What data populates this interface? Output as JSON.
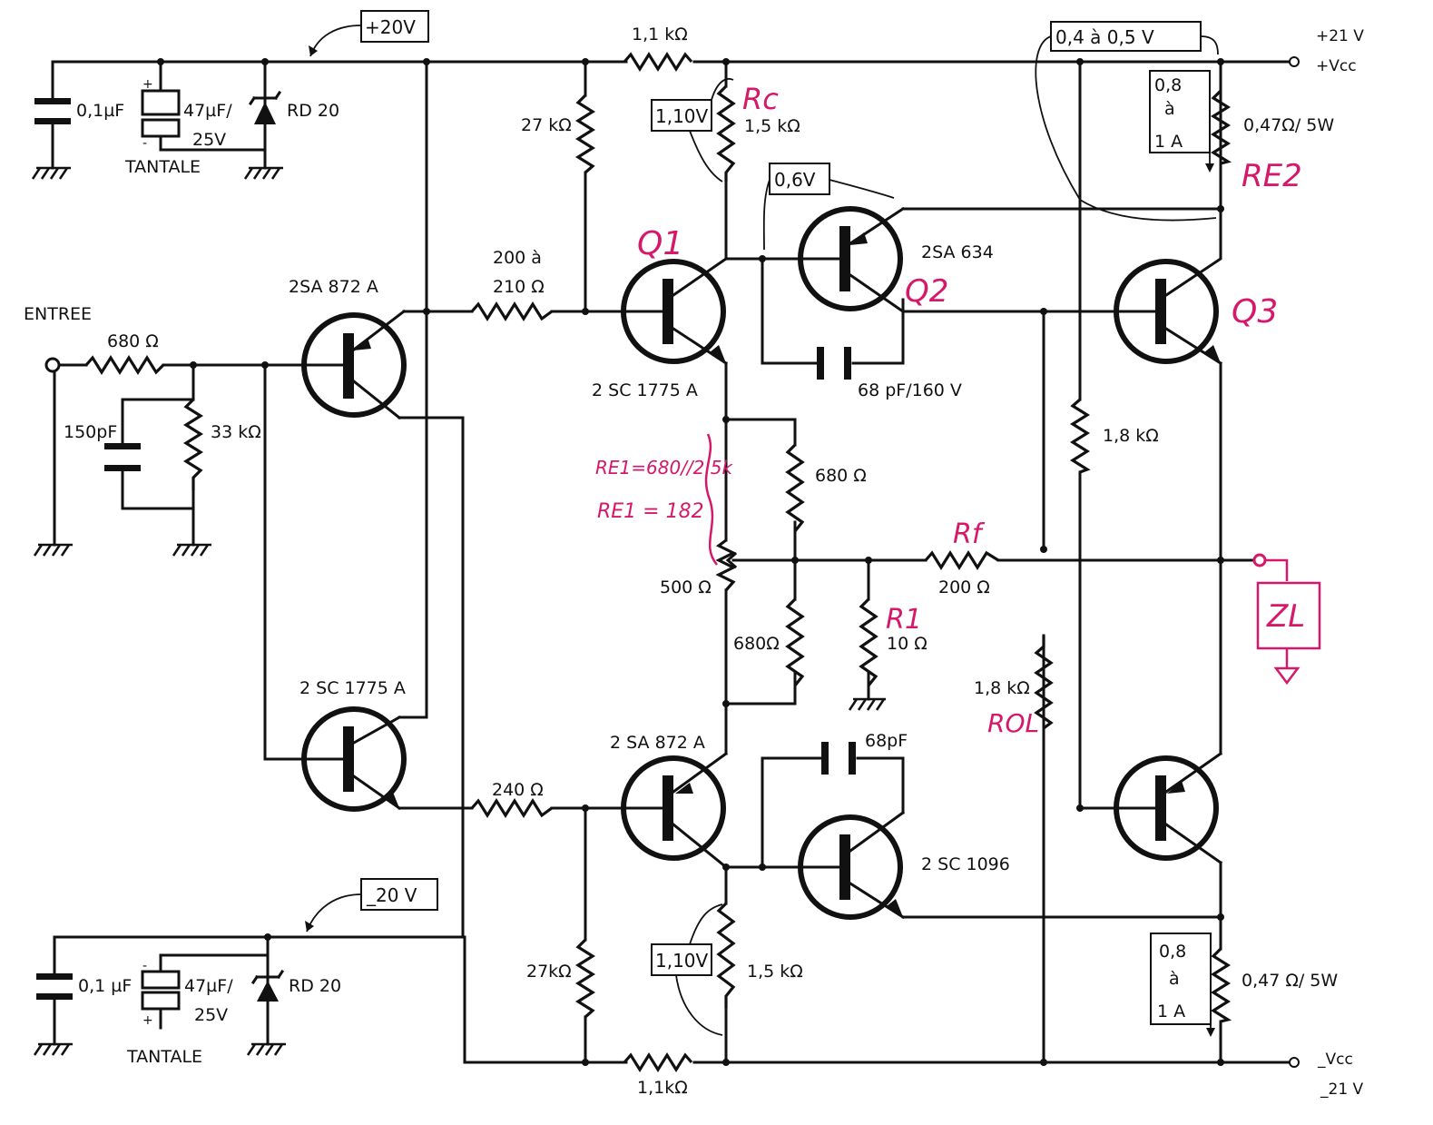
{
  "supply": {
    "pos_rail_label": "+20V",
    "neg_rail_label": "_20 V",
    "vcc_pos_top": "+21 V",
    "vcc_pos_bottom": "+Vcc",
    "vcc_neg_top": "_Vcc",
    "vcc_neg_bottom": "_21 V"
  },
  "components": {
    "c_top": "0,1µF",
    "c_bot": "0,1 µF",
    "ctant_top": "47µF/",
    "ctant_top_v": "25V",
    "ctant_bot": "47µF/",
    "ctant_bot_v": "25V",
    "tantale_top": "TANTALE",
    "tantale_bot": "TANTALE",
    "zener_top": "RD 20",
    "zener_bot": "RD 20",
    "entree": "ENTREE",
    "r_in": "680 Ω",
    "c_in": "150pF",
    "r_33k": "33 kΩ",
    "tr_in_top": "2SA 872 A",
    "tr_in_bot": "2 SC 1775 A",
    "r_200": "200 à",
    "r_210": "210 Ω",
    "r_240": "240 Ω",
    "r_27k_top": "27 kΩ",
    "r_27k_bot": "27kΩ",
    "r_1k1_top": "1,1 kΩ",
    "r_1k1_bot": "1,1kΩ",
    "v_110_top": "1,10V",
    "v_110_bot": "1,10V",
    "r_1k5_top": "1,5 kΩ",
    "r_1k5_bot": "1,5 kΩ",
    "v_06": "0,6V",
    "q1_type": "2 SC 1775 A",
    "q2_type": "2SA 634",
    "q_bot_left_type": "2 SA 872 A",
    "q_bot_mid_type": "2 SC 1096",
    "c_68_top": "68 pF/160 V",
    "c_68_bot": "68pF",
    "r_680_a": "680 Ω",
    "r_680_b": "680Ω",
    "pot_500": "500 Ω",
    "r_10": "10 Ω",
    "r_200f": "200 Ω",
    "r_1k8_top": "1,8 kΩ",
    "r_1k8_bot": "1,8 kΩ",
    "i_range": "0,4   à 0,5  V",
    "i_box_top_1": "0,8",
    "i_box_top_2": "à",
    "i_box_top_3": "1   A",
    "i_box_bot_1": "0,8",
    "i_box_bot_2": "à",
    "i_box_bot_3": "1   A",
    "r_047_top": "0,47Ω/ 5W",
    "r_047_bot": "0,47 Ω/ 5W"
  },
  "annotations": {
    "rc": "Rc",
    "q1": "Q1",
    "q2": "Q2",
    "q3": "Q3",
    "re2": "RE2",
    "re1_a": "RE1=680//2.5k",
    "re1_b": "RE1 = 182",
    "rf": "Rf",
    "r1": "R1",
    "rol": "ROL",
    "zl": "ZL"
  },
  "colors": {
    "ink": "#111111",
    "annotation": "#d4196b",
    "background": "#ffffff"
  }
}
